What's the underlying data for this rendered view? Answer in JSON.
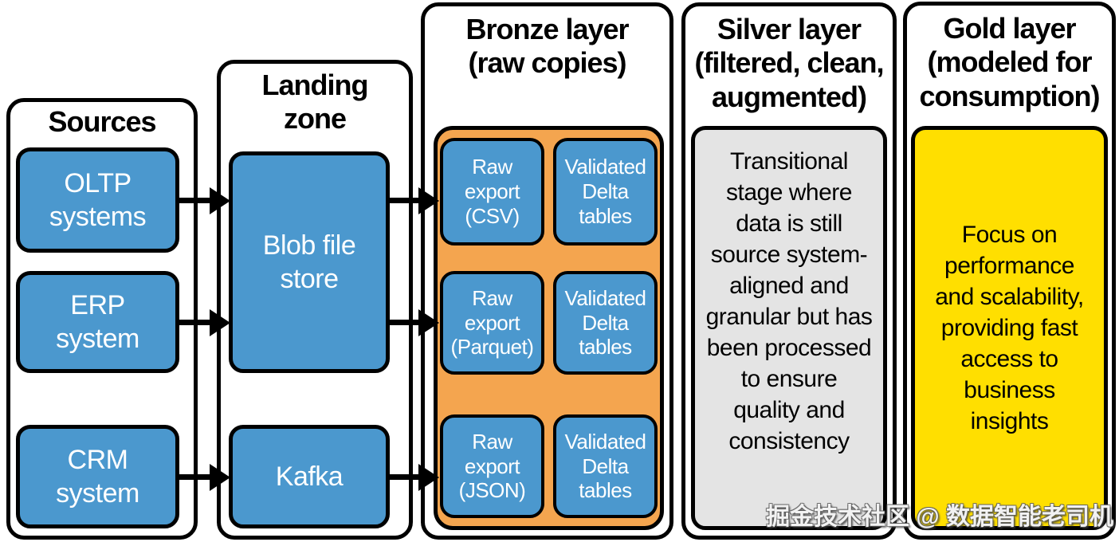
{
  "watermark": {
    "text": "掘金技术社区 @ 数据智能老司机"
  },
  "colors": {
    "box_blue": "#4B98CE",
    "bronze_orange": "#F4A54F",
    "silver_gray": "#E4E4E4",
    "gold_yellow": "#FFDF00",
    "border": "#000000",
    "box_text": "#FFFFFF",
    "title_text": "#000000"
  },
  "sources": {
    "title": "Sources",
    "items": [
      {
        "label": "OLTP systems"
      },
      {
        "label": "ERP system"
      },
      {
        "label": "CRM system"
      }
    ]
  },
  "landing": {
    "title": "Landing zone",
    "items": [
      {
        "label": "Blob file store"
      },
      {
        "label": "Kafka"
      }
    ]
  },
  "bronze": {
    "title": "Bronze layer",
    "subtitle": "(raw copies)",
    "rows": [
      {
        "raw": "Raw export (CSV)",
        "validated": "Validated Delta tables"
      },
      {
        "raw": "Raw export (Parquet)",
        "validated": "Validated Delta tables"
      },
      {
        "raw": "Raw export (JSON)",
        "validated": "Validated Delta tables"
      }
    ]
  },
  "silver": {
    "title": "Silver layer",
    "subtitle": "(filtered, clean, augmented)",
    "body": "Transitional stage where data is still source system-aligned and granular but has been processed to ensure quality and consistency"
  },
  "gold": {
    "title": "Gold layer",
    "subtitle": "(modeled for consumption)",
    "body": "Focus on performance and scalability, providing fast access to business insights"
  }
}
